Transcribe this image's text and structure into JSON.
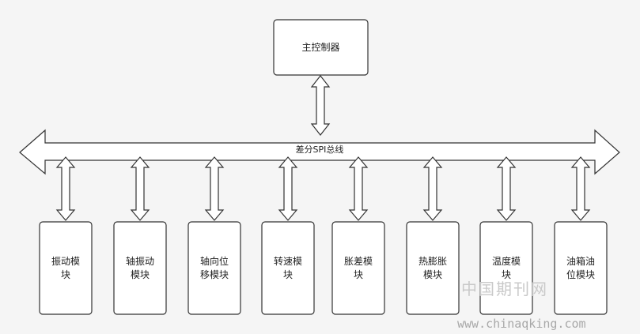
{
  "master": {
    "label": "主控制器"
  },
  "bus": {
    "label": "差分SPI总线"
  },
  "modules": [
    {
      "label": "振动模\n块"
    },
    {
      "label": "轴振动\n模块"
    },
    {
      "label": "轴向位\n移模块"
    },
    {
      "label": "转速模\n块"
    },
    {
      "label": "胀差模\n块"
    },
    {
      "label": "热膨胀\n模块"
    },
    {
      "label": "温度模\n块"
    },
    {
      "label": "油箱油\n位模块"
    }
  ],
  "watermark": {
    "cn": "中国期刊网",
    "url": "www.chinaqking.com"
  },
  "colors": {
    "stroke": "#333333",
    "fill": "#ffffff",
    "background": "#f5f5f5"
  }
}
